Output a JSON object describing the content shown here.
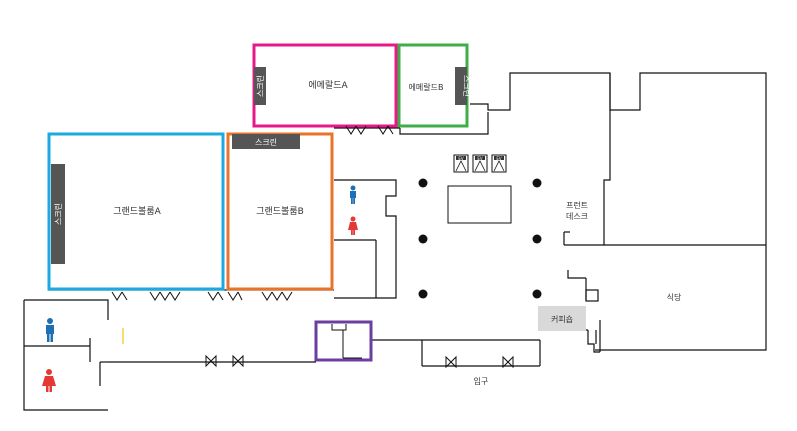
{
  "rooms": {
    "emerald_a": "에메랄드A",
    "emerald_b": "에메랄드B",
    "grand_a": "그랜드볼룸A",
    "grand_b": "그랜드볼룸B"
  },
  "screens": {
    "emerald_a": "스크린",
    "emerald_b": "스크린",
    "grand_a": "스크린",
    "grand_b": "스크린"
  },
  "elevators": [
    "EV",
    "EV",
    "EV"
  ],
  "front_desk": [
    "프런트",
    "데스크"
  ],
  "restaurant": "식당",
  "coffee_shop": "커피숍",
  "entrance": "입구",
  "colors": {
    "emerald_a": "#e8178a",
    "emerald_b": "#3fae49",
    "grand_a": "#1ba9e1",
    "grand_b": "#e8732a",
    "purple_room": "#6b3fa0",
    "male": "#1f6fb5",
    "female": "#e53935",
    "screen_bar": "#555555",
    "coffee_fill": "#d9d9d9"
  }
}
